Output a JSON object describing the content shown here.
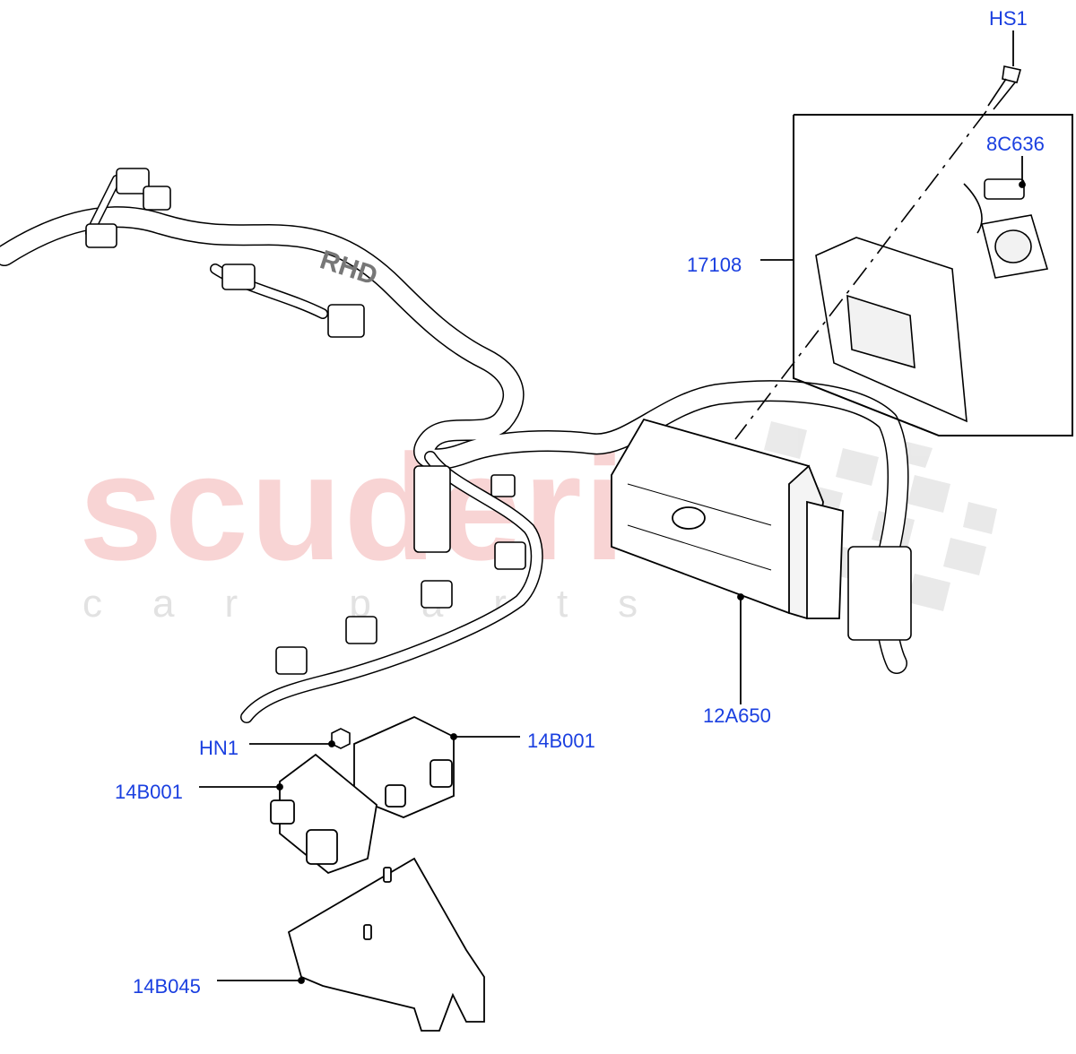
{
  "watermark": {
    "brand": "scuderia",
    "tagline": "car parts"
  },
  "harness_marking": "RHD",
  "colors": {
    "label": "#1a3fe0",
    "line": "#000000",
    "watermark": "#e87878"
  },
  "labels": {
    "hs1": "HS1",
    "p8c636": "8C636",
    "p17108": "17108",
    "p12a650": "12A650",
    "hn1": "HN1",
    "p14b001_right": "14B001",
    "p14b001_left": "14B001",
    "p14b045": "14B045"
  }
}
